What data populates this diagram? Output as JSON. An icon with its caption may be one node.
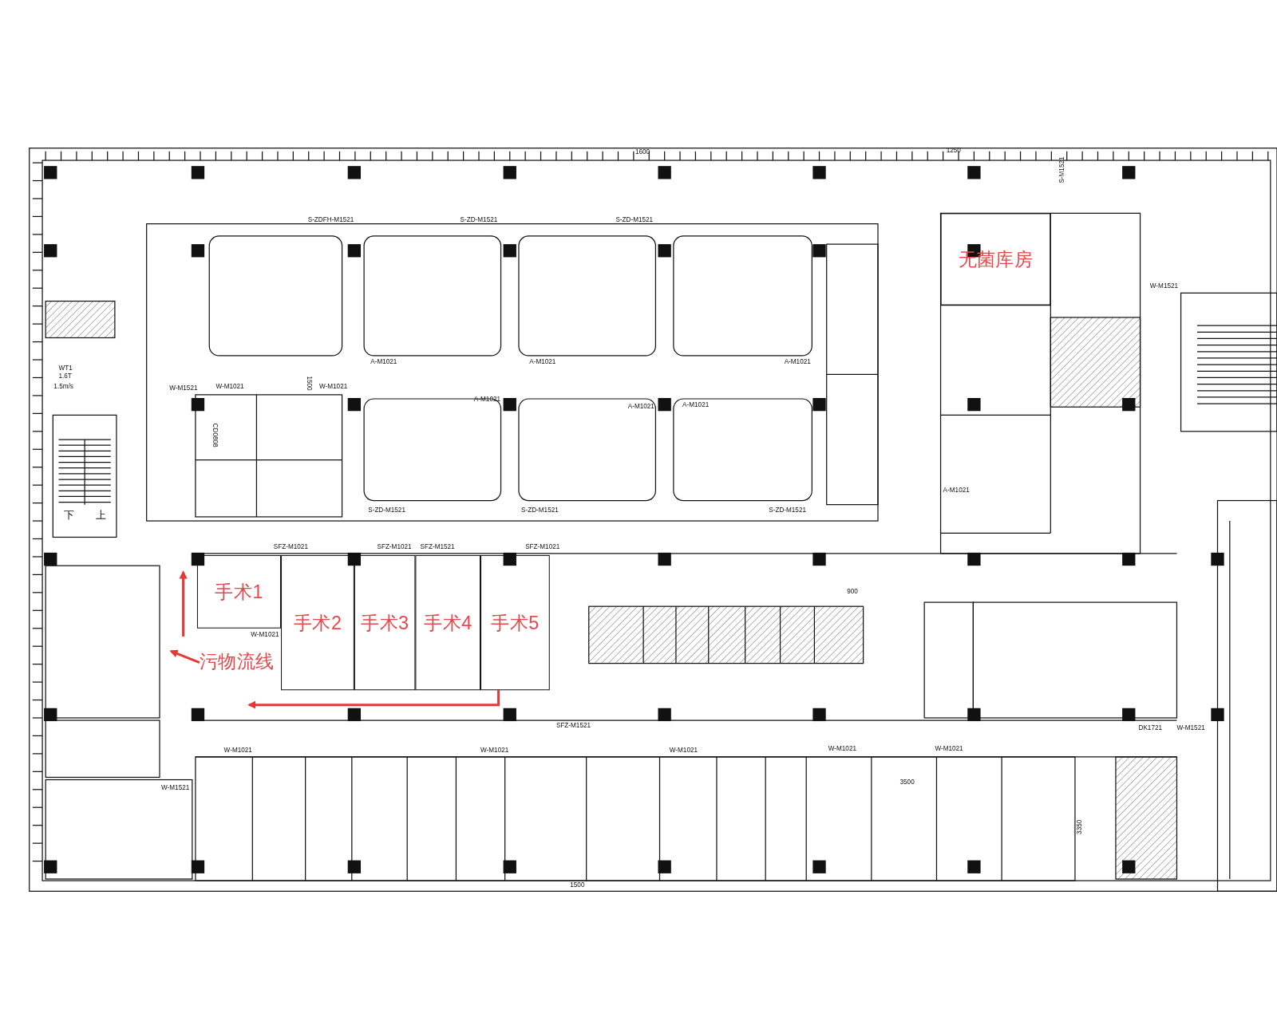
{
  "diagram": {
    "nodes": [
      {
        "text": [
          "无菌库房"
        ]
      },
      {
        "text": [
          "手术1"
        ]
      },
      {
        "text": [
          "手术2"
        ]
      },
      {
        "text": [
          "手术3"
        ]
      },
      {
        "text": [
          "手术4"
        ]
      },
      {
        "text": [
          "手术5"
        ]
      },
      {
        "text": [
          "污物流线"
        ]
      }
    ],
    "edges": [
      {
        "from": 5,
        "to": 6,
        "arrow": "to"
      },
      {
        "from": 6,
        "to": null,
        "arrow": "to"
      }
    ],
    "labels": [
      "1600",
      "1250",
      "S-M1521",
      "S-ZDFH-M1521",
      "S-ZD-M1521",
      "S-ZD-M1521",
      "W-M1521",
      "A-M1021",
      "A-M1021",
      "A-M1021",
      "WT1",
      "1.6T",
      "1.5m/s",
      "W-M1521",
      "W-M1021",
      "1500",
      "W-M1021",
      "A-M1021",
      "A-M1021",
      "A-M1021",
      "CD0808",
      "A-M1021",
      "下",
      "上",
      "S-ZD-M1521",
      "S-ZD-M1521",
      "S-ZD-M1521",
      "SFZ-M1021",
      "SFZ-M1021",
      "SFZ-M1521",
      "SFZ-M1021",
      "900",
      "W-M1021",
      "SFZ-M1521",
      "DK1721",
      "W-M1521",
      "W-M1021",
      "W-M1021",
      "W-M1021",
      "W-M1021",
      "W-M1021",
      "W-M1521",
      "3500",
      "3350",
      "1500"
    ]
  }
}
